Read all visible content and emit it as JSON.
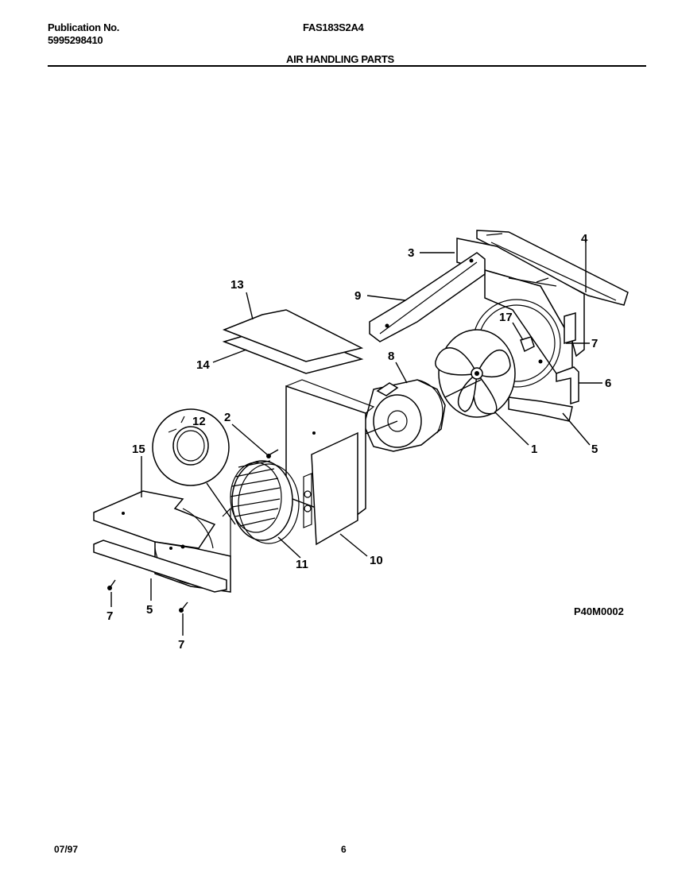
{
  "header": {
    "publication_label": "Publication No.",
    "publication_number": "5995298410",
    "model": "FAS183S2A4",
    "section_title": "AIR HANDLING PARTS"
  },
  "diagram": {
    "figure_code": "P40M0002",
    "callouts": {
      "c1": "1",
      "c2": "2",
      "c3": "3",
      "c4": "4",
      "c5a": "5",
      "c5b": "5",
      "c6": "6",
      "c7a": "7",
      "c7b": "7",
      "c7c": "7",
      "c8": "8",
      "c9": "9",
      "c10": "10",
      "c11": "11",
      "c12": "12",
      "c13": "13",
      "c14": "14",
      "c15": "15",
      "c17": "17"
    }
  },
  "footer": {
    "date": "07/97",
    "page": "6"
  }
}
